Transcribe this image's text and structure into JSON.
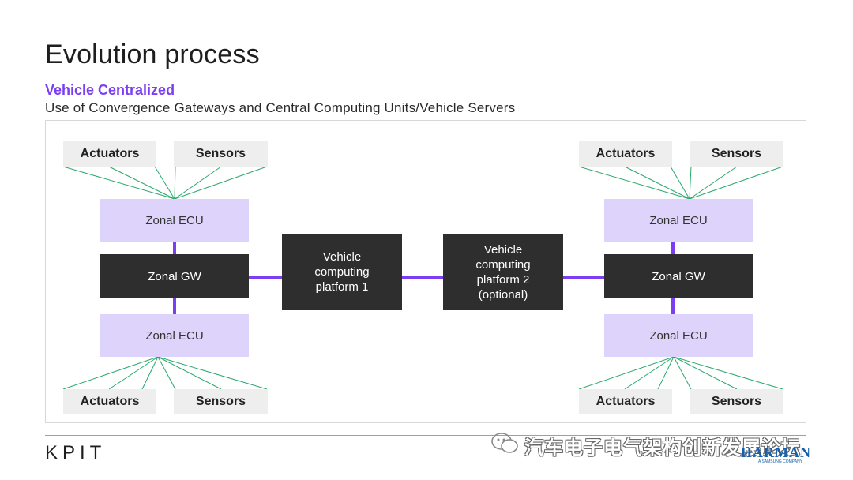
{
  "slide": {
    "title": "Evolution process",
    "subtitle": "Vehicle Centralized",
    "description": "Use of Convergence Gateways and Central Computing Units/Vehicle Servers"
  },
  "diagram": {
    "left_top_labels": [
      "Actuators",
      "Sensors"
    ],
    "left_bottom_labels": [
      "Actuators",
      "Sensors"
    ],
    "right_top_labels": [
      "Actuators",
      "Sensors"
    ],
    "right_bottom_labels": [
      "Actuators",
      "Sensors"
    ],
    "zonal_ecu_label": "Zonal ECU",
    "zonal_gw_label": "Zonal GW",
    "vcp1_label": "Vehicle\ncomputing\nplatform 1",
    "vcp2_label": "Vehicle\ncomputing\nplatform 2\n(optional)",
    "colors": {
      "accent_purple": "#7a3ff2",
      "ecu_fill": "#ddd3fb",
      "dark_box": "#2e2e2e",
      "link_purple": "#7b3ef0",
      "wire_green": "#2aa86b",
      "tag_fill": "#eeeeee"
    }
  },
  "footer": {
    "logo": "KPIT",
    "watermark": "汽车电子电气架构创新发展论坛",
    "partner_logo": "HARMAN",
    "partner_sub": "A SAMSUNG COMPANY",
    "wechat_icon": "wechat-icon"
  }
}
